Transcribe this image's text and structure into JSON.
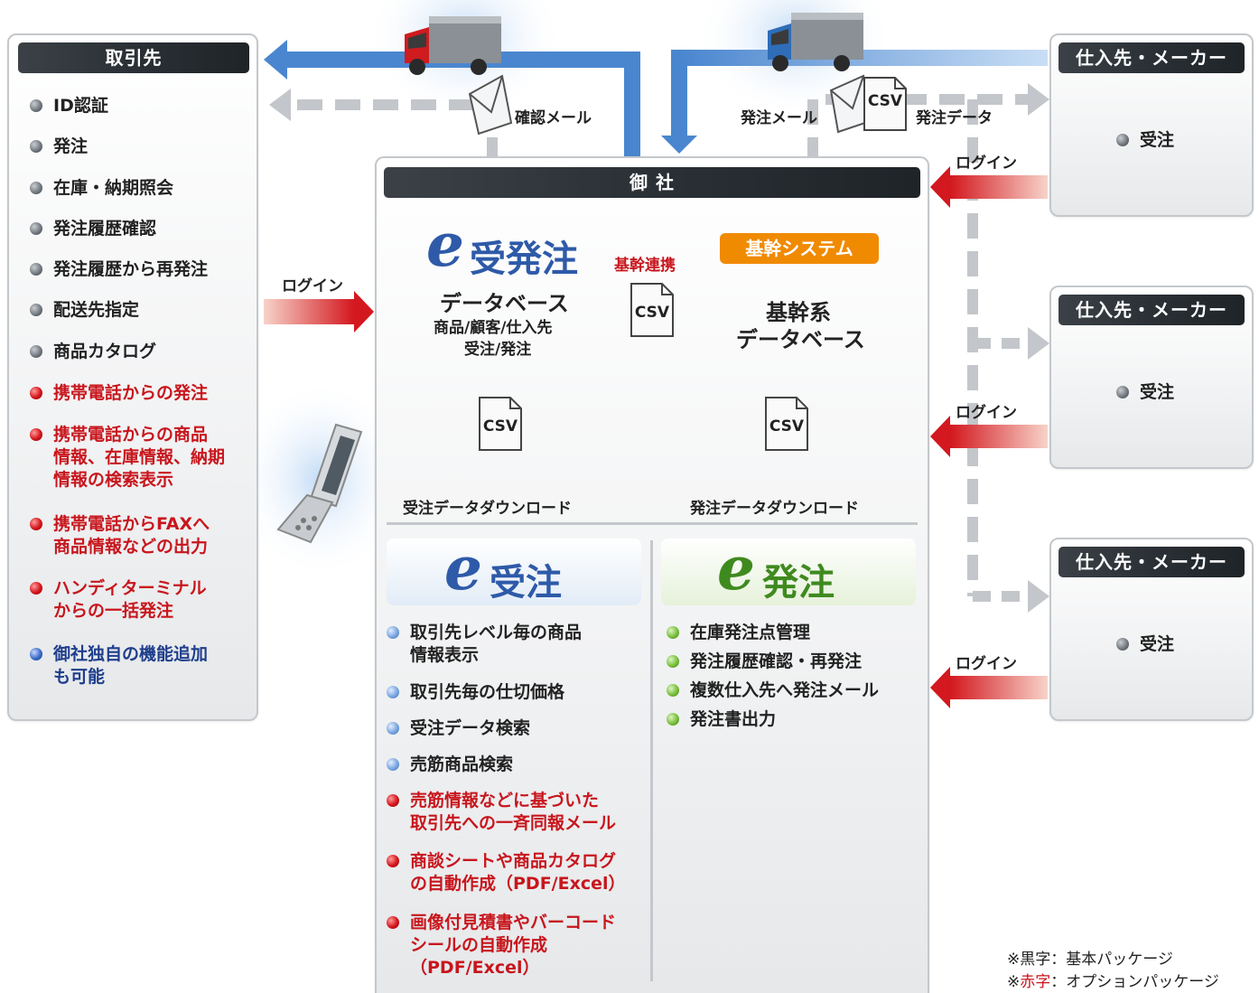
{
  "left_panel": {
    "title": "取引先",
    "items": [
      {
        "lines": [
          "ID認証"
        ],
        "color": "black"
      },
      {
        "lines": [
          "発注"
        ],
        "color": "black"
      },
      {
        "lines": [
          "在庫・納期照会"
        ],
        "color": "black"
      },
      {
        "lines": [
          "発注履歴確認"
        ],
        "color": "black"
      },
      {
        "lines": [
          "発注履歴から再発注"
        ],
        "color": "black"
      },
      {
        "lines": [
          "配送先指定"
        ],
        "color": "black"
      },
      {
        "lines": [
          "商品カタログ"
        ],
        "color": "black"
      },
      {
        "lines": [
          "携帯電話からの発注"
        ],
        "color": "red"
      },
      {
        "lines": [
          "携帯電話からの商品",
          "情報、在庫情報、納期",
          "情報の検索表示"
        ],
        "color": "red"
      },
      {
        "lines": [
          "携帯電話からFAXへ",
          "商品情報などの出力"
        ],
        "color": "red"
      },
      {
        "lines": [
          "ハンディターミナル",
          "からの一括発注"
        ],
        "color": "red"
      },
      {
        "lines": [
          "御社独自の機能追加",
          "も可能"
        ],
        "color": "blue"
      }
    ]
  },
  "arrows": {
    "login": "ログイン",
    "confirm_mail": "確認メール",
    "order_mail": "発注メール",
    "order_data": "発注データ",
    "kikan_renkei": "基幹連携",
    "csv": "CSV"
  },
  "center": {
    "title": "御 社",
    "db_logo_e": "e",
    "db_logo_k": "受発注",
    "db_title": "データベース",
    "db_line1": "商品/顧客/仕入先",
    "db_line2": "受注/発注",
    "kikan_tag": "基幹システム",
    "kikan_line1": "基幹系",
    "kikan_line2": "データベース",
    "download_receive": "受注データダウンロード",
    "download_order": "発注データダウンロード",
    "juchu_logo_e": "e",
    "juchu_logo_k": "受注",
    "hatchu_logo_e": "e",
    "hatchu_logo_k": "発注",
    "juchu_items": [
      {
        "lines": [
          "取引先レベル毎の商品",
          "情報表示"
        ],
        "color": "black"
      },
      {
        "lines": [
          "取引先毎の仕切価格"
        ],
        "color": "black"
      },
      {
        "lines": [
          "受注データ検索"
        ],
        "color": "black"
      },
      {
        "lines": [
          "売筋商品検索"
        ],
        "color": "black"
      },
      {
        "lines": [
          "売筋情報などに基づいた",
          "取引先への一斉同報メール"
        ],
        "color": "red"
      },
      {
        "lines": [
          "商談シートや商品カタログ",
          "の自動作成（PDF/Excel）"
        ],
        "color": "red"
      },
      {
        "lines": [
          "画像付見積書やバーコード",
          "シールの自動作成",
          "（PDF/Excel）"
        ],
        "color": "red"
      }
    ],
    "hatchu_items": [
      {
        "lines": [
          "在庫発注点管理"
        ]
      },
      {
        "lines": [
          "発注履歴確認・再発注"
        ]
      },
      {
        "lines": [
          "複数仕入先へ発注メール"
        ]
      },
      {
        "lines": [
          "発注書出力"
        ]
      }
    ]
  },
  "suppliers": [
    {
      "title": "仕入先・メーカー",
      "item": "受注"
    },
    {
      "title": "仕入先・メーカー",
      "item": "受注"
    },
    {
      "title": "仕入先・メーカー",
      "item": "受注"
    }
  ],
  "legend": {
    "mark1": "※",
    "black_word": "黒字",
    "black_desc": "：基本パッケージ",
    "mark2": "※",
    "red_word": "赤字",
    "red_desc": "：オプションパッケージ"
  },
  "colors": {
    "blue_arrow": "#4a86cf",
    "gray_dash": "#c3c6ca",
    "red_arrow": "#d3181f",
    "green_arrow": "#7cbd34",
    "kikan_tag": "#f08a00"
  },
  "icons": [
    "truck-red-icon",
    "truck-blue-icon",
    "mail-icon",
    "csv-document-icon",
    "mobile-phone-icon"
  ]
}
